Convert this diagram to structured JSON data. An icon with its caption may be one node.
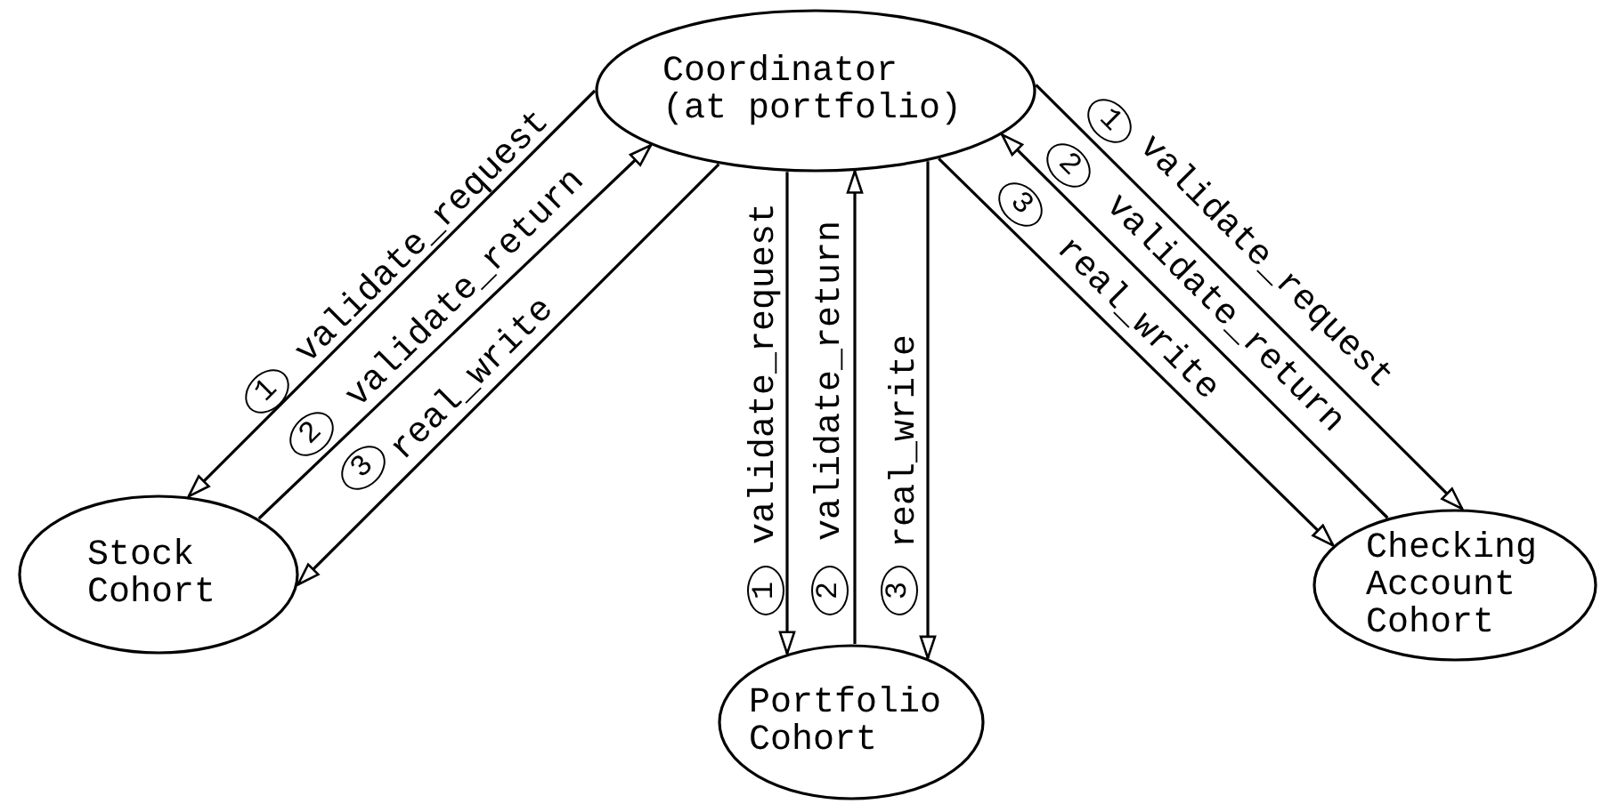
{
  "diagram": {
    "nodes": [
      {
        "text": [
          "Coordinator (at portfolio)"
        ]
      },
      {
        "text": [
          "Stock Cohort"
        ]
      },
      {
        "text": [
          "Portfolio Cohort"
        ]
      },
      {
        "text": [
          "Checking Account Cohort"
        ]
      }
    ],
    "edges": [
      {
        "from": 0,
        "to": 1,
        "arrow": "to",
        "label": "validate_request"
      },
      {
        "from": 1,
        "to": 0,
        "arrow": "to",
        "label": "validate_return"
      },
      {
        "from": 0,
        "to": 1,
        "arrow": "to",
        "label": "real_write"
      },
      {
        "from": 0,
        "to": 2,
        "arrow": "to",
        "label": "validate_request"
      },
      {
        "from": 2,
        "to": 0,
        "arrow": "to",
        "label": "validate_return"
      },
      {
        "from": 0,
        "to": 2,
        "arrow": "to",
        "label": "real_write"
      },
      {
        "from": 0,
        "to": 3,
        "arrow": "to",
        "label": "validate_request"
      },
      {
        "from": 3,
        "to": 0,
        "arrow": "to",
        "label": "validate_return"
      },
      {
        "from": 0,
        "to": 3,
        "arrow": "to",
        "label": "real_write"
      }
    ],
    "labels": [
      "1",
      "2",
      "3",
      "1",
      "2",
      "3",
      "1",
      "2",
      "3"
    ]
  }
}
